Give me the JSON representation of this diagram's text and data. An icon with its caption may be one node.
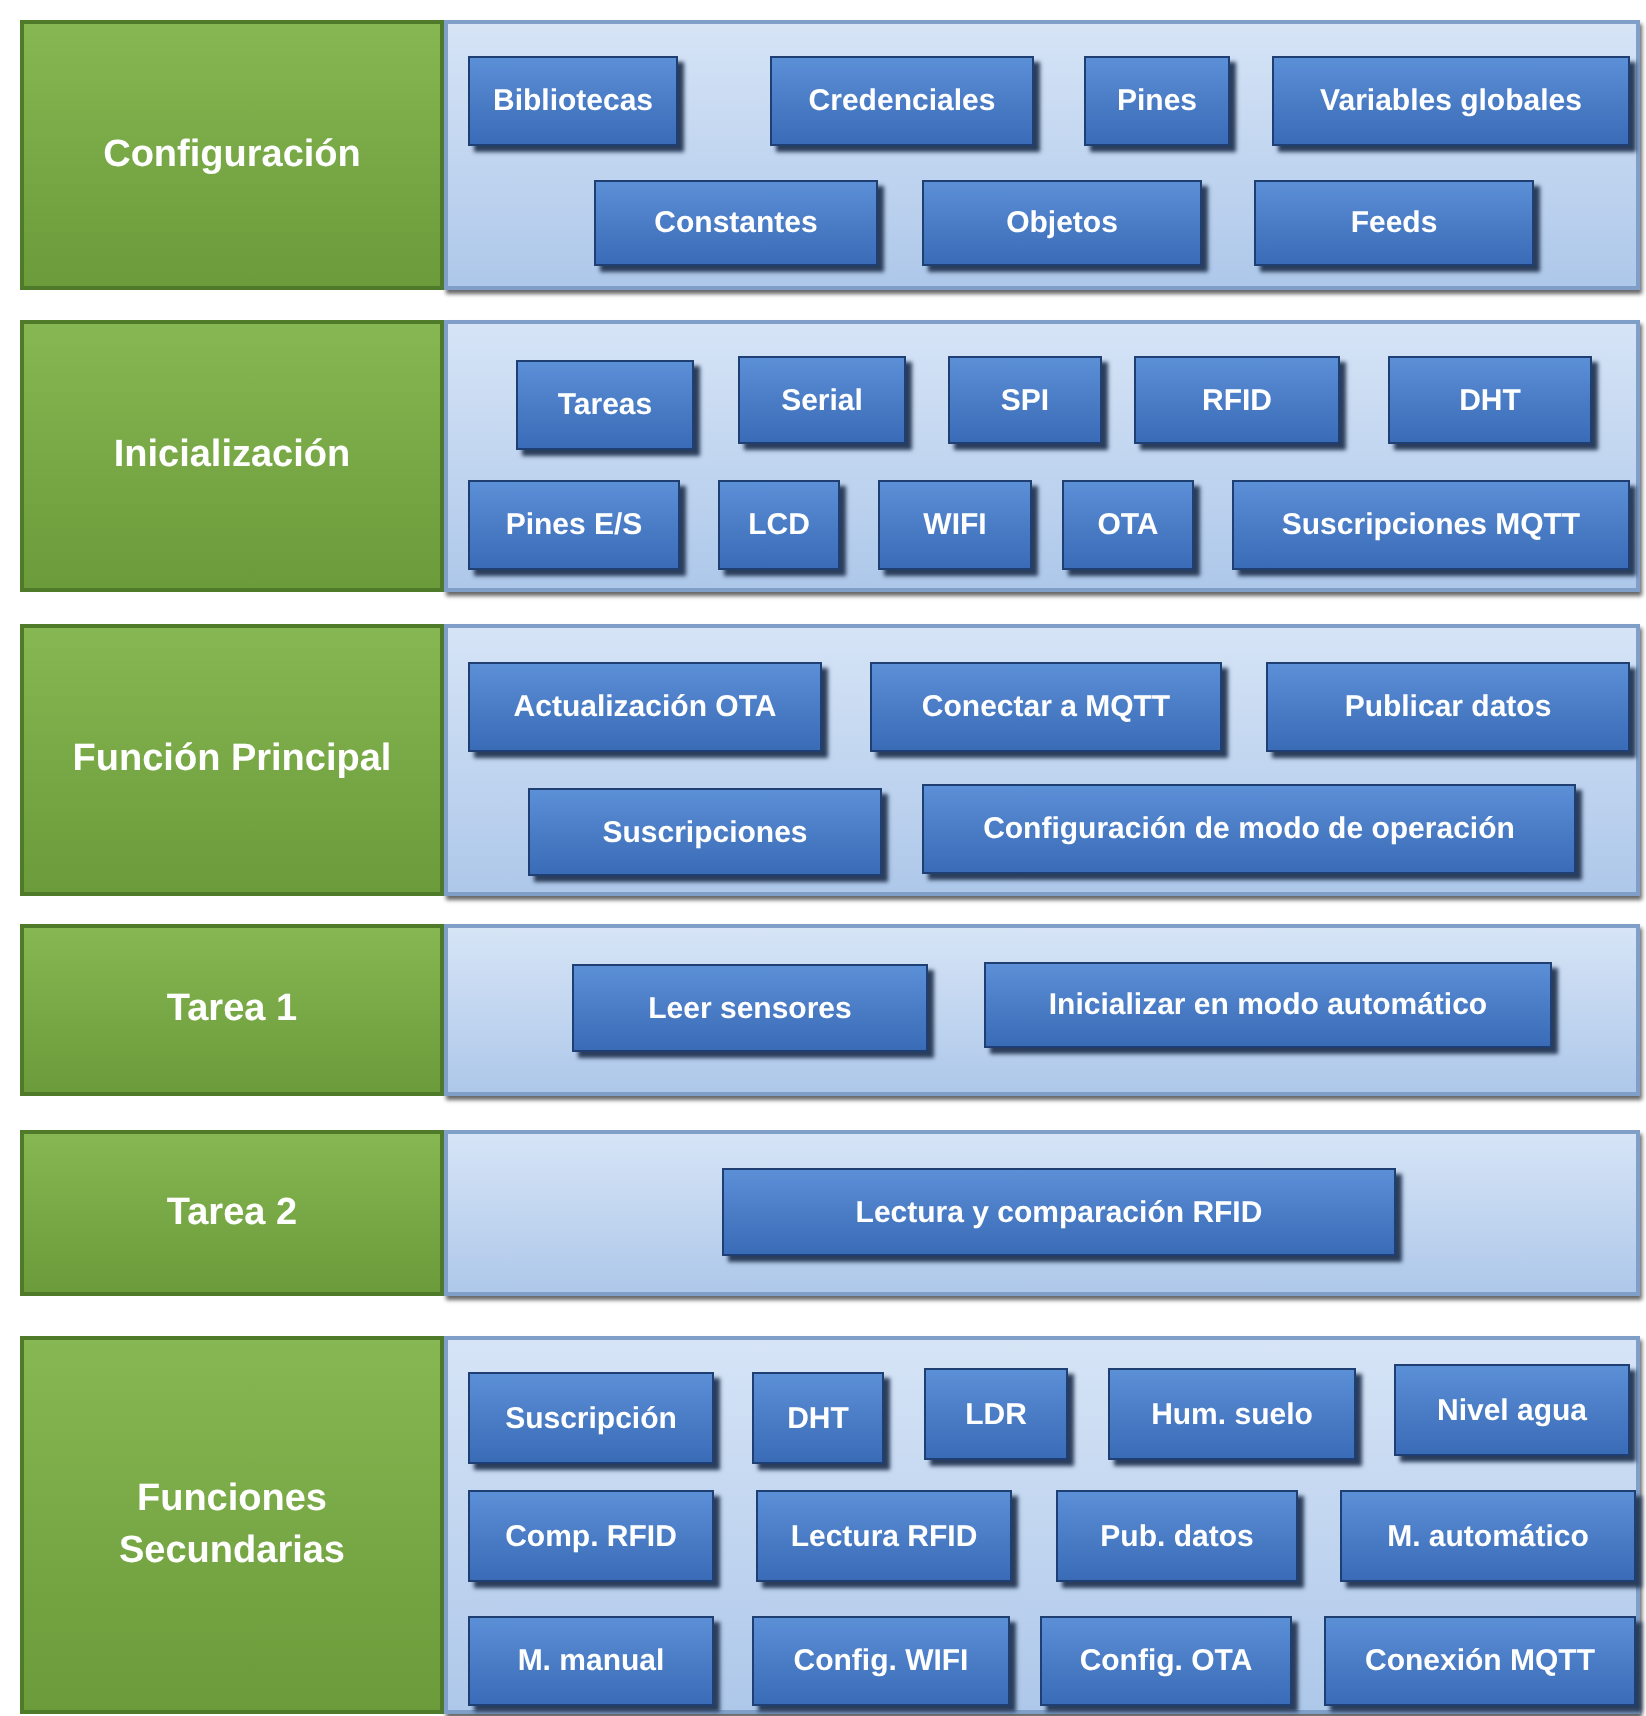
{
  "diagram": {
    "nodes": [
      {
        "text": [
          "Configuración"
        ]
      },
      {
        "text": [],
        "shape": "box"
      },
      {
        "text": [
          "Bibliotecas"
        ],
        "in": 1
      },
      {
        "text": [
          "Credenciales"
        ],
        "in": 1
      },
      {
        "text": [
          "Pines"
        ],
        "in": 1
      },
      {
        "text": [
          "Variables globales"
        ],
        "in": 1
      },
      {
        "text": [
          "Constantes"
        ],
        "in": 1
      },
      {
        "text": [
          "Objetos"
        ],
        "in": 1
      },
      {
        "text": [
          "Feeds"
        ],
        "in": 1
      },
      {
        "text": [
          "Inicialización"
        ]
      },
      {
        "text": [],
        "shape": "box"
      },
      {
        "text": [
          "Tareas"
        ],
        "in": 10
      },
      {
        "text": [
          "Serial"
        ],
        "in": 10
      },
      {
        "text": [
          "SPI"
        ],
        "in": 10
      },
      {
        "text": [
          "RFID"
        ],
        "in": 10
      },
      {
        "text": [
          "DHT"
        ],
        "in": 10
      },
      {
        "text": [
          "Pines E/S"
        ],
        "in": 10
      },
      {
        "text": [
          "LCD"
        ],
        "in": 10
      },
      {
        "text": [
          "WIFI"
        ],
        "in": 10
      },
      {
        "text": [
          "OTA"
        ],
        "in": 10
      },
      {
        "text": [
          "Suscripciones MQTT"
        ],
        "in": 10
      },
      {
        "text": [
          "Función Principal"
        ]
      },
      {
        "text": [],
        "shape": "box"
      },
      {
        "text": [
          "Actualización OTA"
        ],
        "in": 22
      },
      {
        "text": [
          "Conectar a MQTT"
        ],
        "in": 22
      },
      {
        "text": [
          "Publicar datos"
        ],
        "in": 22
      },
      {
        "text": [
          "Suscripciones"
        ],
        "in": 22
      },
      {
        "text": [
          "Configuración de modo de operación"
        ],
        "in": 22
      },
      {
        "text": [
          "Tarea 1"
        ]
      },
      {
        "text": [],
        "shape": "box"
      },
      {
        "text": [
          "Leer sensores"
        ],
        "in": 29
      },
      {
        "text": [
          "Inicializar en modo automático"
        ],
        "in": 29
      },
      {
        "text": [
          "Tarea 2"
        ]
      },
      {
        "text": [],
        "shape": "box"
      },
      {
        "text": [
          "Lectura y comparación RFID"
        ],
        "in": 33
      },
      {
        "text": [
          "Funciones Secundarias"
        ]
      },
      {
        "text": [],
        "shape": "box"
      },
      {
        "text": [
          "Suscripción"
        ],
        "in": 36
      },
      {
        "text": [
          "DHT"
        ],
        "in": 36
      },
      {
        "text": [
          "LDR"
        ],
        "in": 36
      },
      {
        "text": [
          "Hum. suelo"
        ],
        "in": 36
      },
      {
        "text": [
          "Nivel agua"
        ],
        "in": 36
      },
      {
        "text": [
          "Comp. RFID"
        ],
        "in": 36
      },
      {
        "text": [
          "Lectura RFID"
        ],
        "in": 36
      },
      {
        "text": [
          "Pub. datos"
        ],
        "in": 36
      },
      {
        "text": [
          "M. automático"
        ],
        "in": 36
      },
      {
        "text": [
          "M. manual"
        ],
        "in": 36
      },
      {
        "text": [
          "Config. WIFI"
        ],
        "in": 36
      },
      {
        "text": [
          "Config. OTA"
        ],
        "in": 36
      },
      {
        "text": [
          "Conexión MQTT"
        ],
        "in": 36
      }
    ]
  }
}
